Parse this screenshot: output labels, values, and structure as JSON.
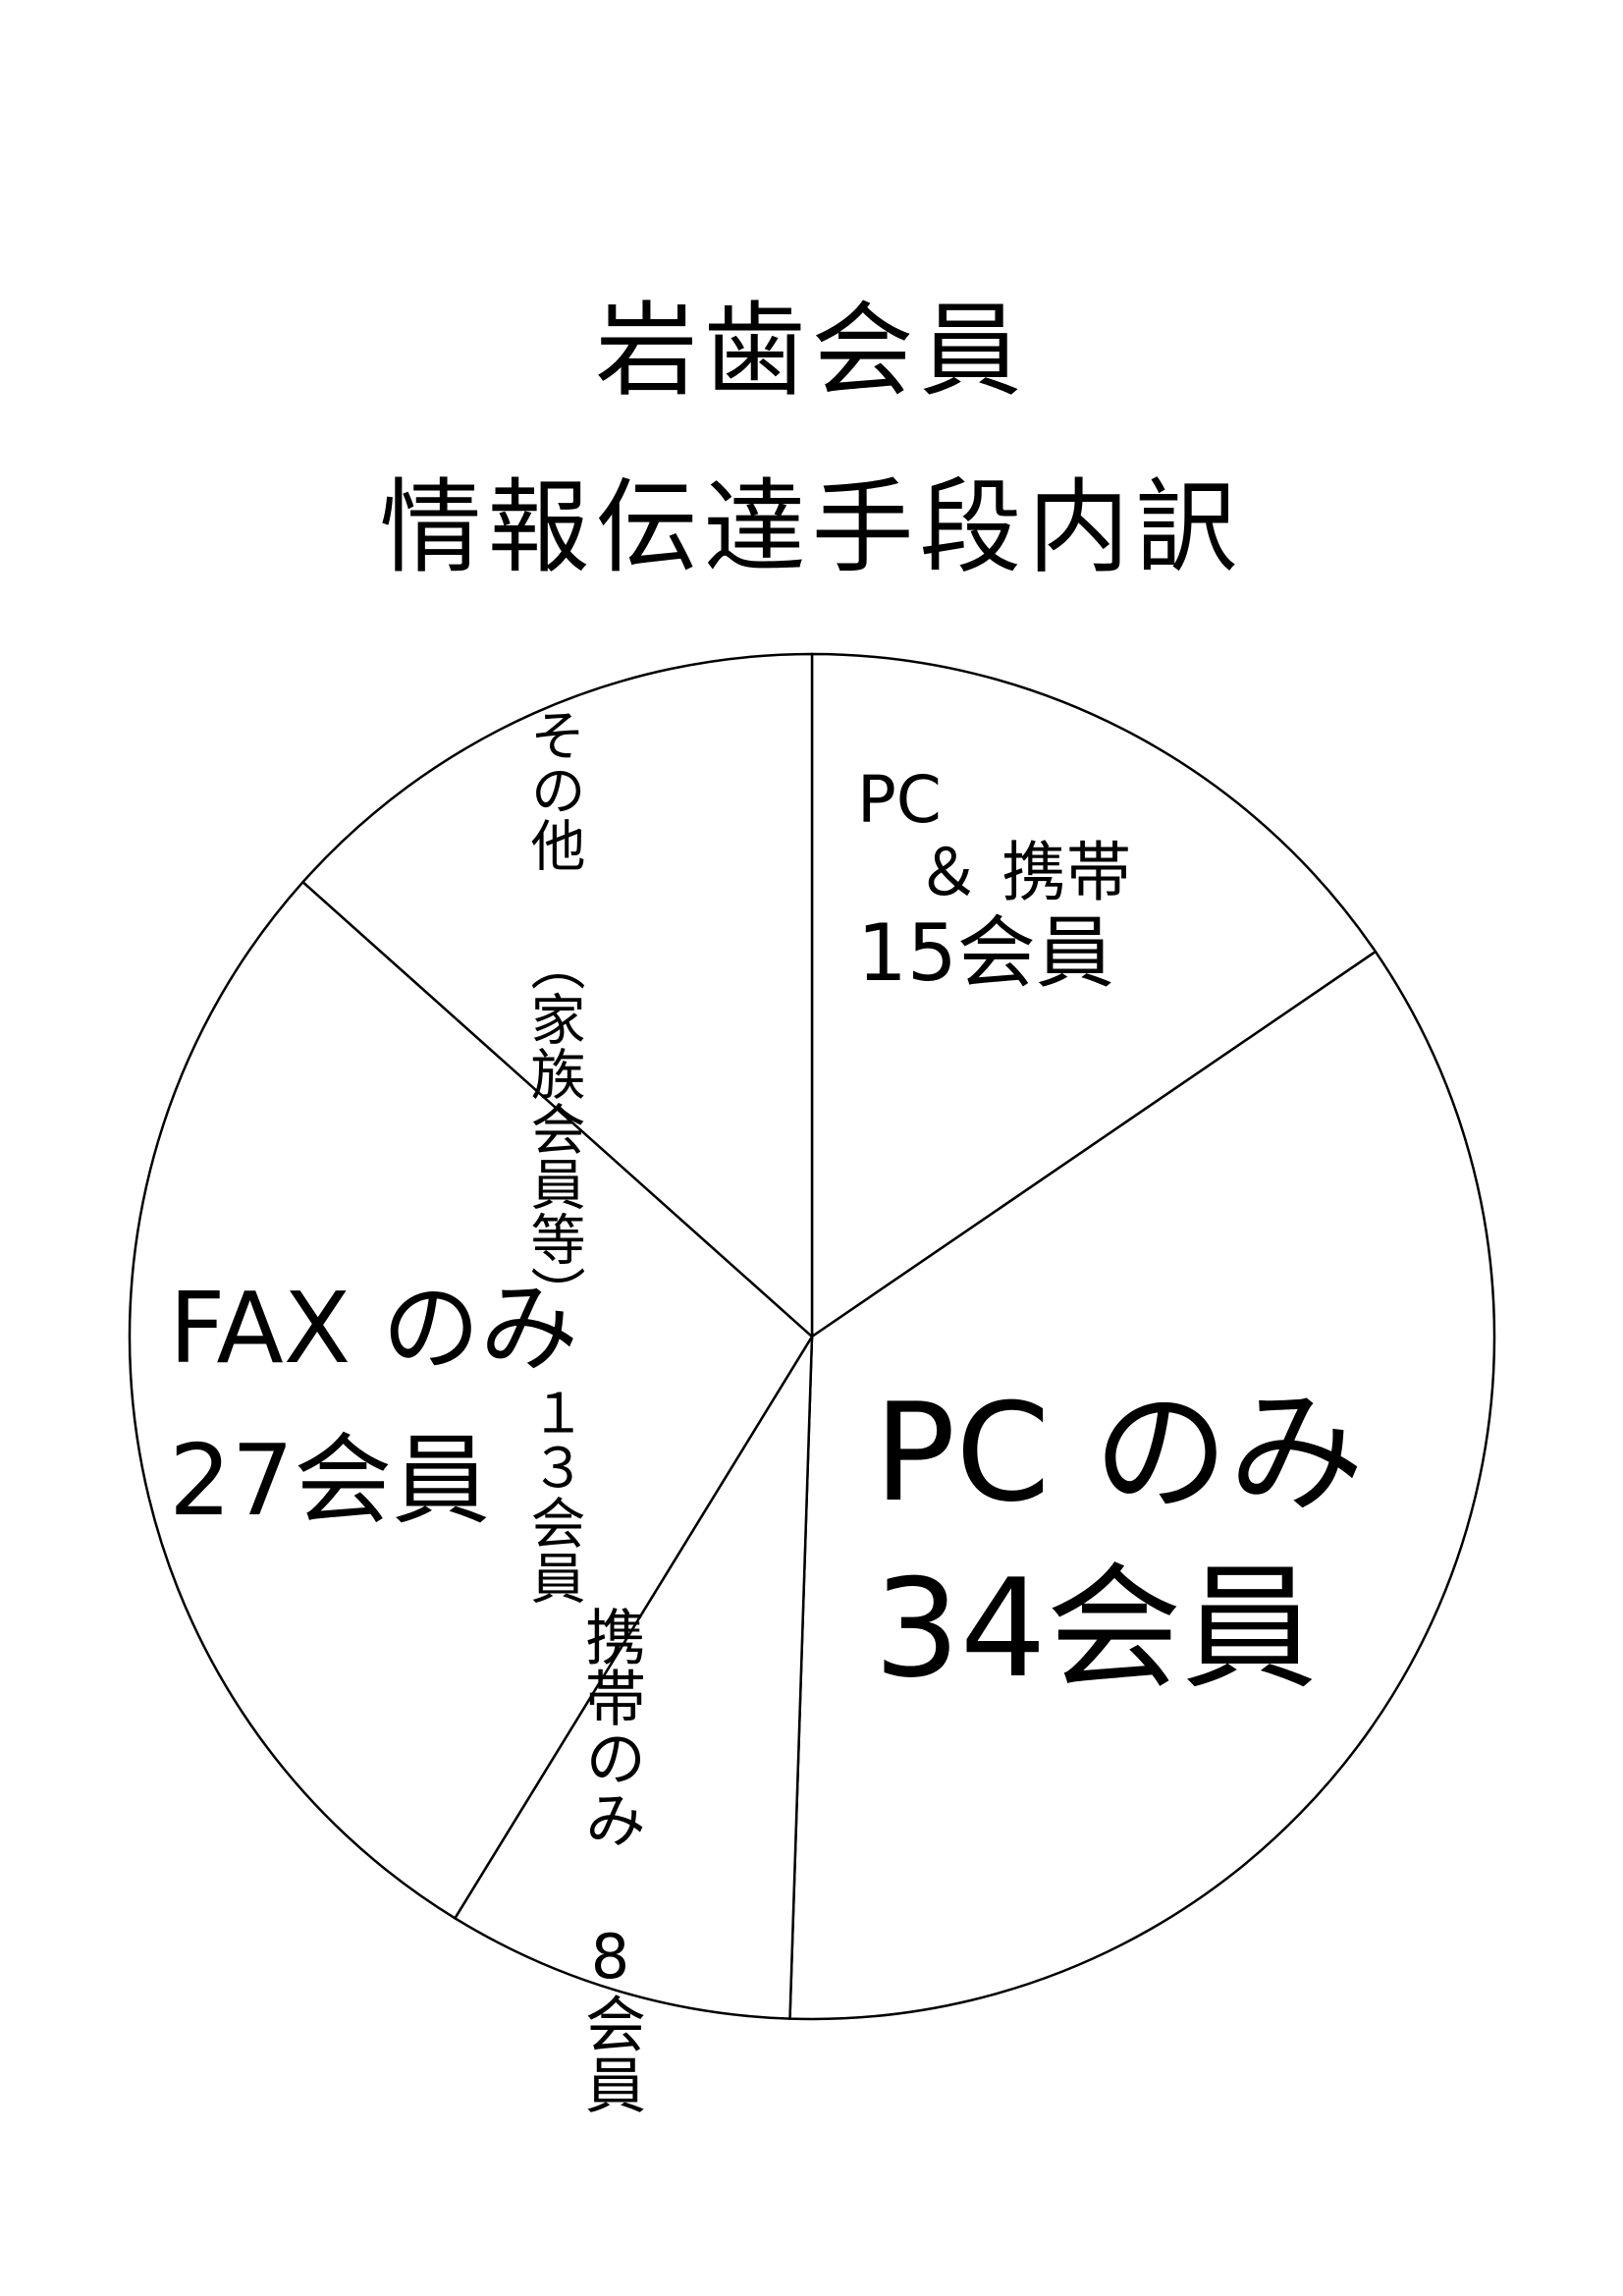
{
  "title": {
    "line1": "岩歯会員",
    "line2": "情報伝達手段内訳"
  },
  "chart_data": {
    "type": "pie",
    "title": "岩歯会員 情報伝達手段内訳",
    "unit": "会員",
    "slices": [
      {
        "name": "PC ＆ 携帯",
        "value": 15,
        "label_lines": [
          "PC",
          "＆ 携帯",
          "15会員"
        ]
      },
      {
        "name": "PCのみ",
        "value": 34,
        "label_lines": [
          "PC のみ",
          "34会員"
        ]
      },
      {
        "name": "携帯のみ",
        "value": 8,
        "label_lines": [
          "携帯のみ",
          "8会員"
        ]
      },
      {
        "name": "FAXのみ",
        "value": 27,
        "label_lines": [
          "FAX のみ",
          "27会員"
        ]
      },
      {
        "name": "その他（家族会員等）",
        "value": 13,
        "label_lines": [
          "その他",
          "（家族会員等）",
          "１３会員"
        ]
      }
    ],
    "start_angle_deg": 0,
    "direction": "clockwise",
    "colors": {
      "fill": "#ffffff",
      "stroke": "#000000"
    },
    "legend": "none"
  }
}
